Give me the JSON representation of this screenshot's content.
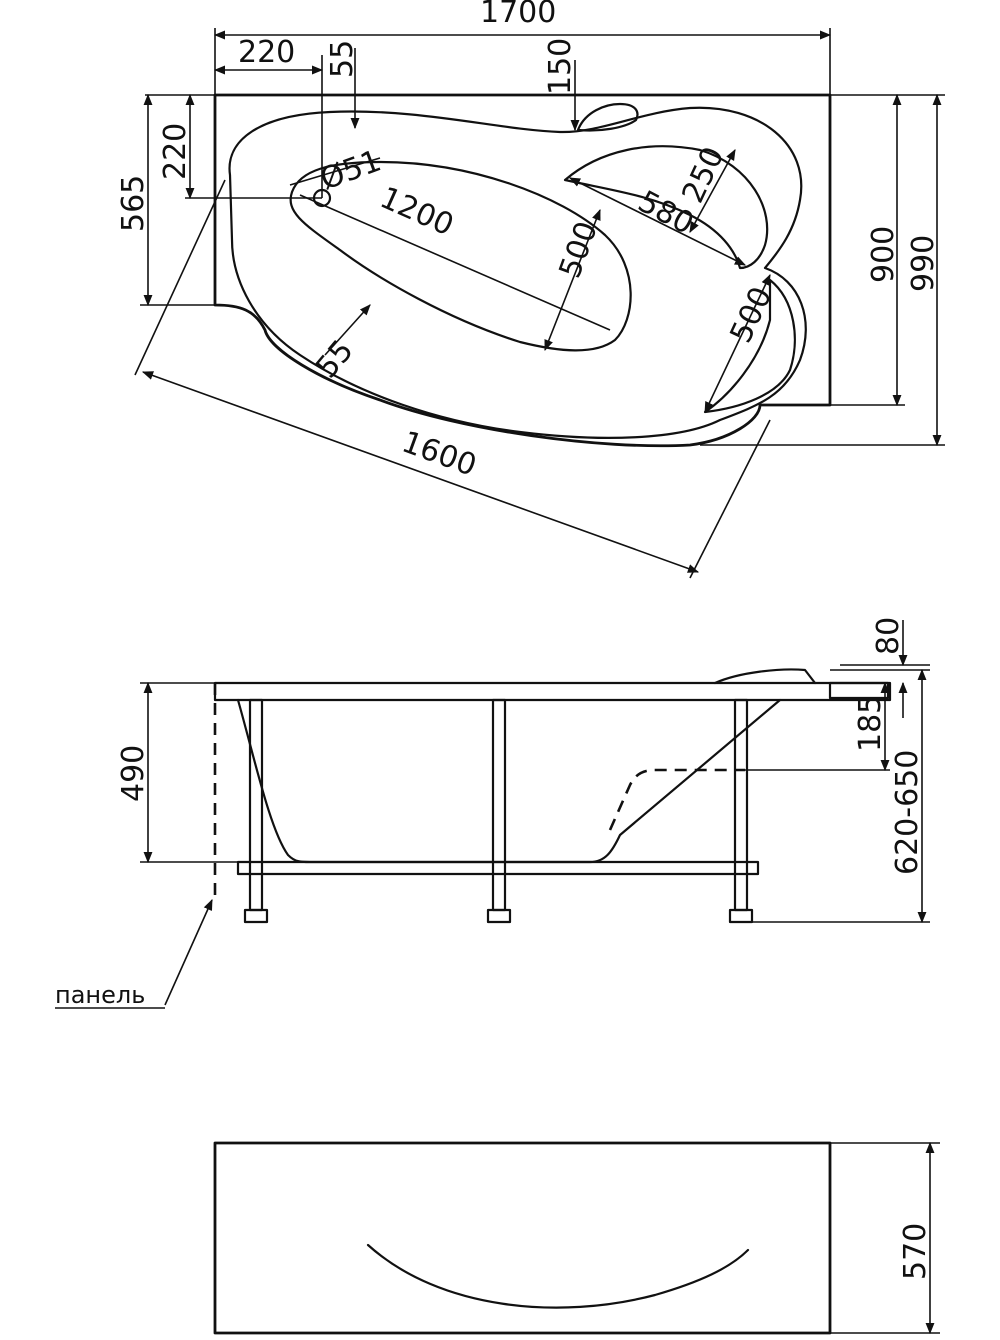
{
  "top_view": {
    "overall_length": "1700",
    "overflow_offset_x": "220",
    "overflow_dia_offset": "55",
    "headrest_offset": "150",
    "overflow_offset_y": "220",
    "overflow_to_edge": "565",
    "overflow_diameter": "Ø51",
    "inner_length": "1200",
    "inner_width": "500",
    "headrest_width": "250",
    "headrest_length": "580",
    "side_width": "500",
    "rim_width": "55",
    "diag_length": "1600",
    "depth_900": "900",
    "depth_990": "990"
  },
  "side_view": {
    "headrest_height": "80",
    "seat_depth": "185",
    "height": "490",
    "total_height": "620-650",
    "panel_label": "панель"
  },
  "panel_view": {
    "panel_height": "570"
  }
}
